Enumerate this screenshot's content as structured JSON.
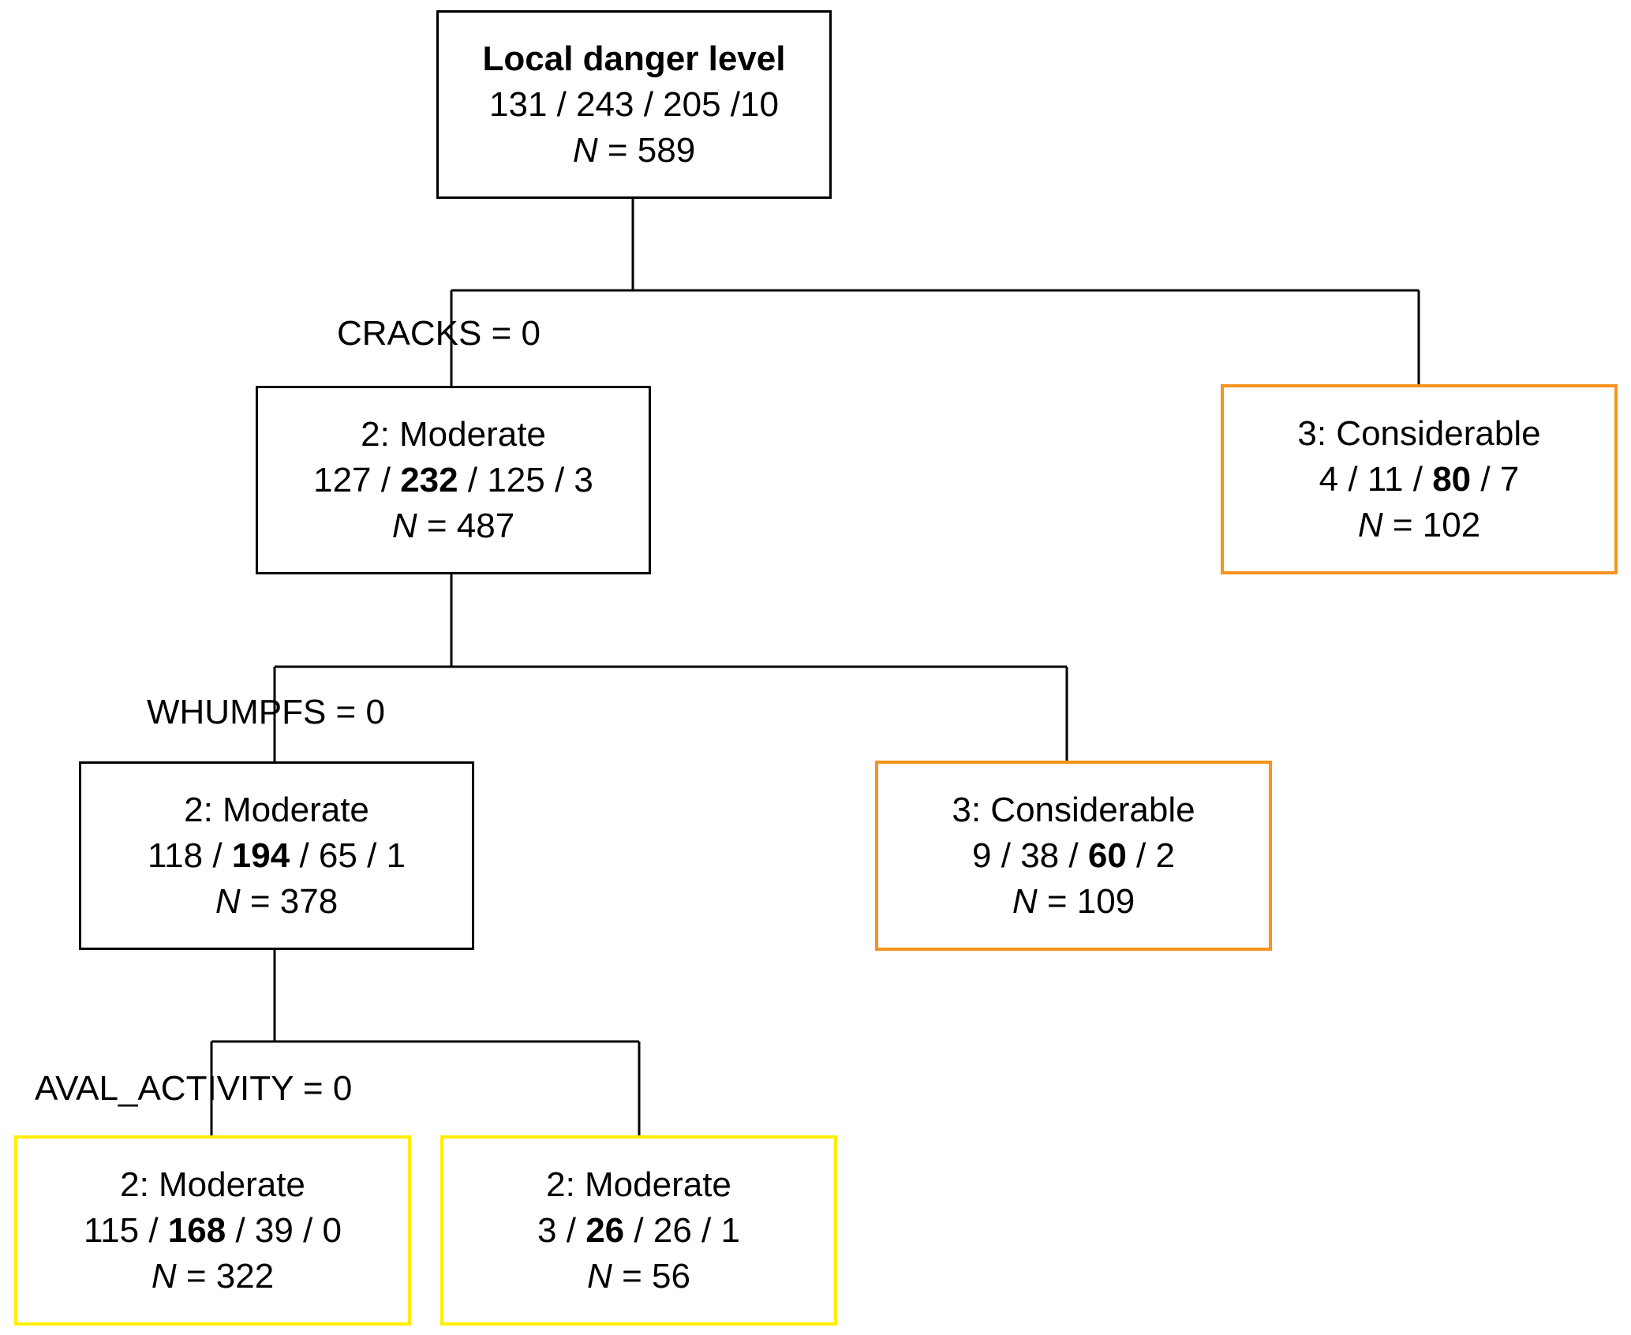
{
  "colors": {
    "line": "#000000",
    "orange_border": "#f7931e",
    "yellow_border": "#ffee00"
  },
  "nodes": {
    "root": {
      "title": "Local danger level",
      "counts": [
        "131",
        "243",
        "205",
        "10"
      ],
      "counts_text": "131 / 243 / 205 /10",
      "n_label": "N",
      "n_value": "= 589"
    },
    "node_l1_left": {
      "title": "2: Moderate",
      "c1": "127",
      "c2": "232",
      "c3": "125",
      "c4": "3",
      "n_label": "N",
      "n_value": "= 487"
    },
    "node_l1_right": {
      "title": "3: Considerable",
      "c1": "4",
      "c2": "11",
      "c3": "80",
      "c4": "7",
      "n_label": "N",
      "n_value": "= 102"
    },
    "node_l2_left": {
      "title": "2: Moderate",
      "c1": "118",
      "c2": "194",
      "c3": "65",
      "c4": "1",
      "n_label": "N",
      "n_value": "= 378"
    },
    "node_l2_right": {
      "title": "3: Considerable",
      "c1": "9",
      "c2": "38",
      "c3": "60",
      "c4": "2",
      "n_label": "N",
      "n_value": "= 109"
    },
    "node_l3_left": {
      "title": "2: Moderate",
      "c1": "115",
      "c2": "168",
      "c3": "39",
      "c4": "0",
      "n_label": "N",
      "n_value": "= 322"
    },
    "node_l3_right": {
      "title": "2: Moderate",
      "c1": "3",
      "c2": "26",
      "c3": "26",
      "c4": "1",
      "n_label": "N",
      "n_value": "= 56"
    }
  },
  "splits": {
    "cracks": "CRACKS = 0",
    "whumpfs": "WHUMPFS = 0",
    "aval_activity": "AVAL_ACTIVITY = 0"
  }
}
